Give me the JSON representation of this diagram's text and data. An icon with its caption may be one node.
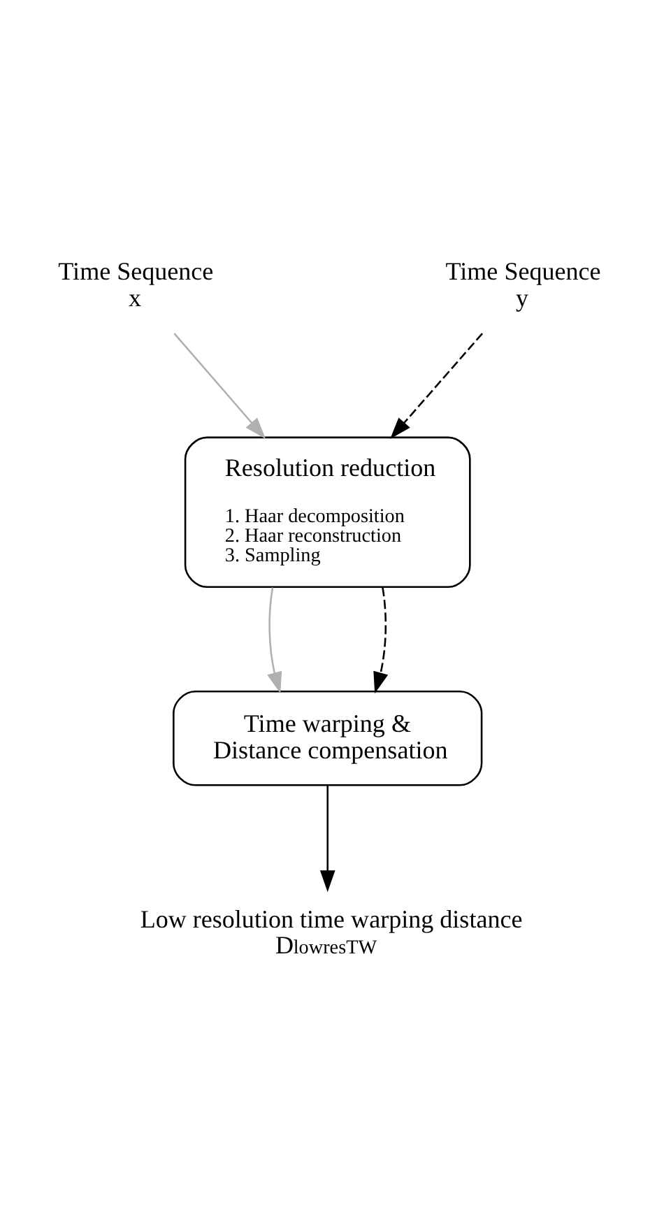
{
  "diagram": {
    "nodes": [
      {
        "text": [
          "Time Sequence",
          "x⃗"
        ]
      },
      {
        "text": [
          "Time Sequence",
          "y⃗"
        ]
      },
      {
        "text": [
          "Resolution reduction",
          "1. Haar decomposition",
          "2. Haar reconstruction",
          "3. Sampling"
        ]
      },
      {
        "text": [
          "Time warping & Distance compensation"
        ]
      },
      {
        "text": [
          "Low resolution time warping distance",
          "D$_{lowresTW}$"
        ]
      }
    ],
    "edges": [
      {
        "from": 0,
        "to": 2,
        "arrow": "to",
        "color": "#b0b0b0"
      },
      {
        "from": 1,
        "to": 2,
        "arrow": "to",
        "style": "dashed"
      },
      {
        "from": 2,
        "to": 3,
        "arrow": "to",
        "color": "#b0b0b0"
      },
      {
        "from": 2,
        "to": 3,
        "arrow": "to",
        "style": "dashed"
      },
      {
        "from": 3,
        "to": 4,
        "arrow": "to"
      }
    ]
  }
}
